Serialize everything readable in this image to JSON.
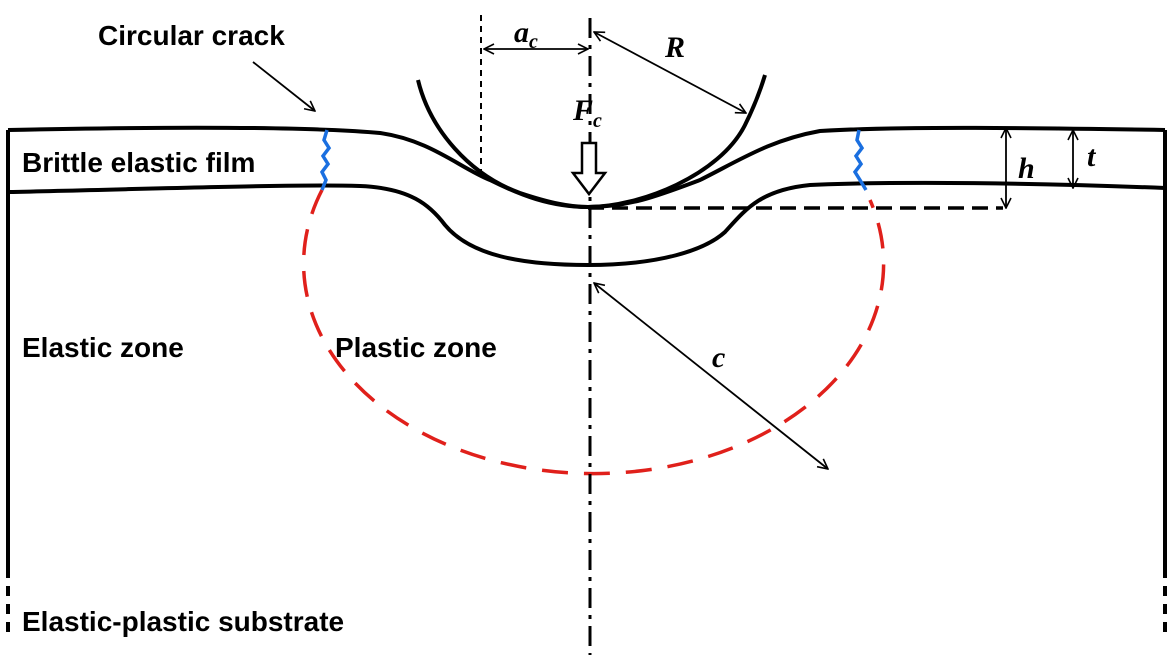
{
  "labels": {
    "circular_crack": "Circular crack",
    "brittle_film": "Brittle elastic film",
    "elastic_zone": "Elastic zone",
    "plastic_zone": "Plastic zone",
    "substrate": "Elastic-plastic substrate"
  },
  "symbols": {
    "a": "a",
    "a_sub": "c",
    "R": "R",
    "F": "F",
    "F_sub": "c",
    "h": "h",
    "t": "t",
    "c": "c"
  },
  "colors": {
    "outline": "#000000",
    "plastic_zone_boundary": "#e0201b",
    "crack": "#1a6fe0"
  }
}
